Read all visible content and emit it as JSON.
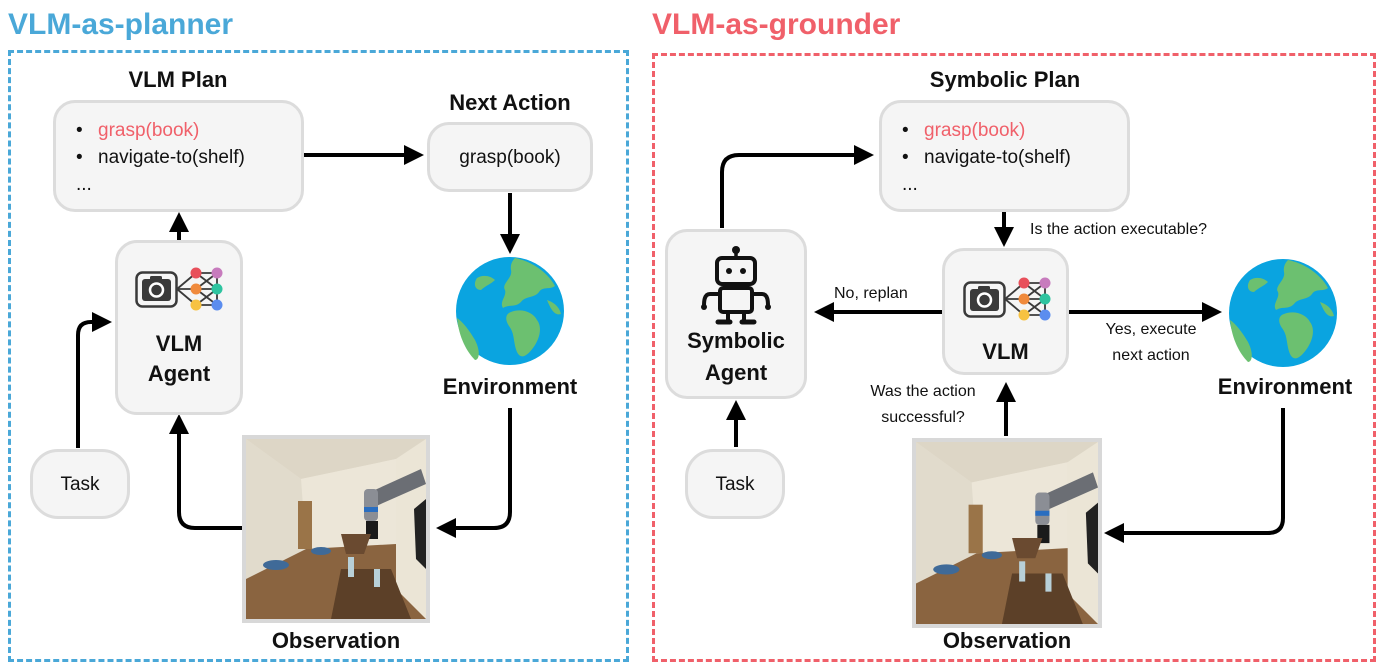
{
  "colors": {
    "planner_accent": "#4aa8d8",
    "grounder_accent": "#f0606a",
    "highlight_action": "#f0606a",
    "box_fill": "#f5f5f5",
    "box_border": "#dcdcdc",
    "arrow": "#000000",
    "globe_ocean": "#0aa4e0",
    "globe_land": "#6cc070",
    "nn_nodes": [
      "#e8505b",
      "#c77bbd",
      "#f08a3c",
      "#2ec4a0",
      "#f7c242",
      "#5b8def"
    ]
  },
  "planner": {
    "title": "VLM-as-planner",
    "plan_heading": "VLM Plan",
    "plan_items": [
      {
        "bullet": "•",
        "text": "grasp(book)",
        "highlighted": true
      },
      {
        "bullet": "•",
        "text": "navigate-to(shelf)",
        "highlighted": false
      },
      {
        "bullet": "",
        "text": "...",
        "highlighted": false
      }
    ],
    "next_action_heading": "Next Action",
    "next_action": "grasp(book)",
    "agent_label_line1": "VLM",
    "agent_label_line2": "Agent",
    "agent_icon": "camera-neural-network-icon",
    "environment_label": "Environment",
    "environment_icon": "globe-icon",
    "task_label": "Task",
    "observation_label": "Observation",
    "observation_image": "robot-arm-room-scene"
  },
  "grounder": {
    "title": "VLM-as-grounder",
    "plan_heading": "Symbolic Plan",
    "plan_items": [
      {
        "bullet": "•",
        "text": "grasp(book)",
        "highlighted": true
      },
      {
        "bullet": "•",
        "text": "navigate-to(shelf)",
        "highlighted": false
      },
      {
        "bullet": "",
        "text": "...",
        "highlighted": false
      }
    ],
    "agent_label_line1": "Symbolic",
    "agent_label_line2": "Agent",
    "agent_icon": "robot-icon",
    "vlm_label": "VLM",
    "vlm_icon": "camera-neural-network-icon",
    "environment_label": "Environment",
    "environment_icon": "globe-icon",
    "task_label": "Task",
    "observation_label": "Observation",
    "observation_image": "robot-arm-room-scene",
    "edge_labels": {
      "executable_question": "Is the action executable?",
      "no_replan": "No, replan",
      "yes_line1": "Yes, execute",
      "yes_line2": "next action",
      "success_line1": "Was the action",
      "success_line2": "successful?"
    }
  }
}
